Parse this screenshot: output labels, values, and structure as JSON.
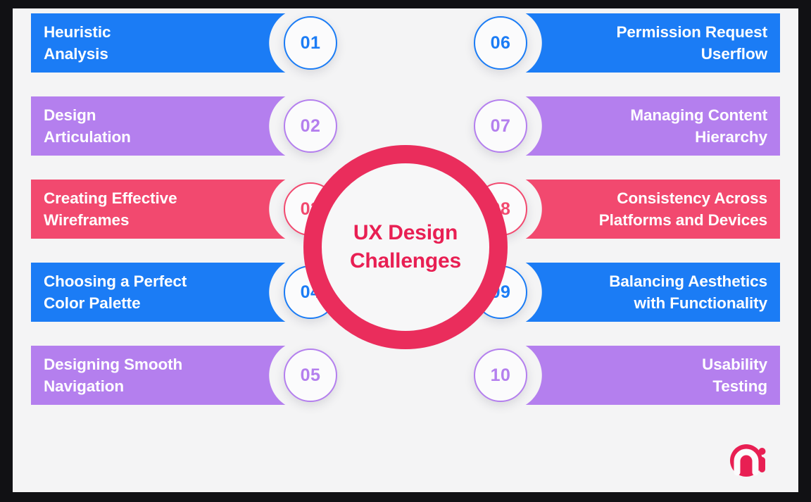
{
  "infographic": {
    "center": {
      "title_line1": "UX Design",
      "title_line2": "Challenges",
      "ring_color": "#ea2d5c",
      "text_color": "#e81f53"
    },
    "background_color": "#f4f4f5",
    "palette": {
      "blue": "#1b7cf5",
      "purple": "#b47fee",
      "pink": "#f2496f"
    },
    "items": [
      {
        "number": "01",
        "label": "Heuristic\nAnalysis",
        "color": "#1b7cf5",
        "side": "left"
      },
      {
        "number": "02",
        "label": "Design\nArticulation",
        "color": "#b47fee",
        "side": "left"
      },
      {
        "number": "03",
        "label": "Creating Effective\nWireframes",
        "color": "#f2496f",
        "side": "left"
      },
      {
        "number": "04",
        "label": "Choosing a Perfect\nColor Palette",
        "color": "#1b7cf5",
        "side": "left"
      },
      {
        "number": "05",
        "label": "Designing Smooth\nNavigation",
        "color": "#b47fee",
        "side": "left"
      },
      {
        "number": "06",
        "label": "Permission Request\nUserflow",
        "color": "#1b7cf5",
        "side": "right"
      },
      {
        "number": "07",
        "label": "Managing Content\nHierarchy",
        "color": "#b47fee",
        "side": "right"
      },
      {
        "number": "08",
        "label": "Consistency Across\nPlatforms and Devices",
        "color": "#f2496f",
        "side": "right"
      },
      {
        "number": "09",
        "label": "Balancing Aesthetics\nwith Functionality",
        "color": "#1b7cf5",
        "side": "right"
      },
      {
        "number": "10",
        "label": "Usability\nTesting",
        "color": "#b47fee",
        "side": "right"
      }
    ],
    "logo": {
      "name": "mi-logo",
      "wordmark": "mi",
      "color": "#e81f53"
    }
  }
}
